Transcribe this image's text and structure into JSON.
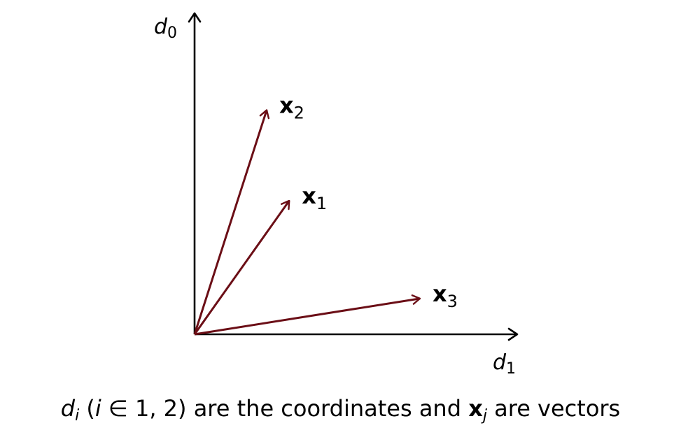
{
  "colors": {
    "axis": "#000000",
    "vector": "#6b0e16"
  },
  "axes": {
    "horizontal": {
      "symbol": "d",
      "subscript": "1"
    },
    "vertical": {
      "symbol": "d",
      "subscript": "0"
    }
  },
  "vectors": [
    {
      "id": "x1",
      "symbol": "x",
      "subscript": "1",
      "end": [
        4.2,
        5.6
      ]
    },
    {
      "id": "x2",
      "symbol": "x",
      "subscript": "2",
      "end": [
        3.2,
        9.4
      ]
    },
    {
      "id": "x3",
      "symbol": "x",
      "subscript": "3",
      "end": [
        10.0,
        1.5
      ]
    }
  ],
  "caption": {
    "d": "d",
    "d_sub": "i",
    "open": " (",
    "i": "i",
    "member": " ∈ 1, 2) are the coordinates and ",
    "x": "x",
    "x_sub": "j",
    "rest": " are vectors"
  }
}
